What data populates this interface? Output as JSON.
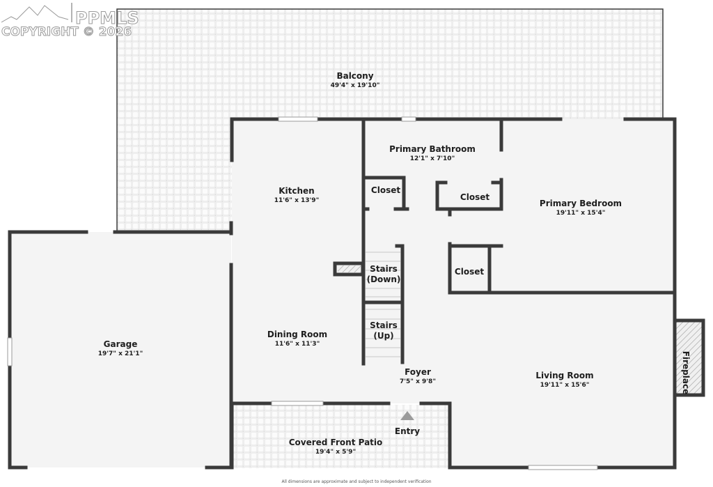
{
  "watermark": {
    "brand": "PPMLS",
    "copyright": "COPYRIGHT © 2026",
    "logo_icon": "mountain-logo-icon"
  },
  "rooms": {
    "balcony": {
      "name": "Balcony",
      "dims": "49'4\" x 19'10\""
    },
    "kitchen": {
      "name": "Kitchen",
      "dims": "11'6\" x 13'9\""
    },
    "primary_bathroom": {
      "name": "Primary Bathroom",
      "dims": "12'1\" x 7'10\""
    },
    "closet_1": {
      "name": "Closet"
    },
    "closet_2": {
      "name": "Closet"
    },
    "closet_3": {
      "name": "Closet"
    },
    "primary_bedroom": {
      "name": "Primary Bedroom",
      "dims": "19'11\" x 15'4\""
    },
    "stairs_down": {
      "name": "Stairs",
      "sub": "(Down)"
    },
    "stairs_up": {
      "name": "Stairs",
      "sub": "(Up)"
    },
    "garage": {
      "name": "Garage",
      "dims": "19'7\" x 21'1\""
    },
    "dining_room": {
      "name": "Dining Room",
      "dims": "11'6\" x 11'3\""
    },
    "foyer": {
      "name": "Foyer",
      "dims": "7'5\" x 9'8\""
    },
    "living_room": {
      "name": "Living Room",
      "dims": "19'11\" x 15'6\""
    },
    "fireplace": {
      "name": "Fireplace"
    },
    "covered_front_patio": {
      "name": "Covered Front Patio",
      "dims": "19'4\" x 5'9\""
    },
    "entry": {
      "name": "Entry"
    }
  },
  "disclaimer": "All dimensions are approximate and subject to independent verification",
  "colors": {
    "wall": "#3a3a3a",
    "floor": "#f4f4f4",
    "outdoor_tile": "#e9e9e9",
    "entry_arrow": "#9b9b9b"
  }
}
